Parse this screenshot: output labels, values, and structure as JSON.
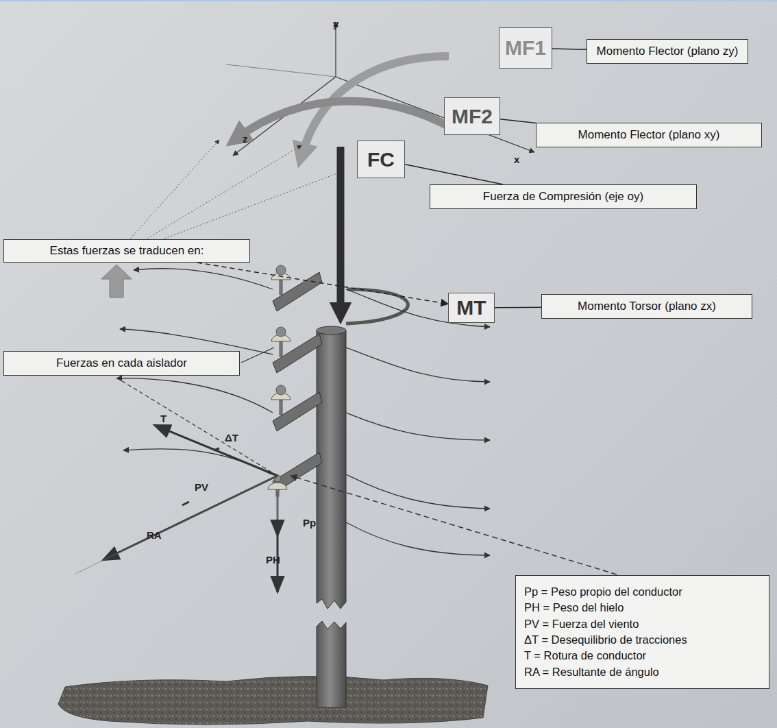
{
  "diagram": {
    "nodes": [
      {
        "text": [
          "MF1"
        ]
      },
      {
        "text": [
          "Momento  Flector (plano zy)"
        ]
      },
      {
        "text": [
          "MF2"
        ]
      },
      {
        "text": [
          "Momento  Flector (plano xy)"
        ]
      },
      {
        "text": [
          "FC"
        ]
      },
      {
        "text": [
          "Fuerza de Compresión (eje oy)"
        ]
      },
      {
        "text": [
          "Estas fuerzas se traducen en:"
        ]
      },
      {
        "text": [
          "MT"
        ]
      },
      {
        "text": [
          "Momento Torsor (plano zx)"
        ]
      },
      {
        "text": [
          "Fuerzas en cada aislador"
        ]
      },
      {
        "text": [
          "Pp = Peso propio del conductor",
          "PH = Peso del hielo",
          "PV = Fuerza del viento",
          "ΔT = Desequilibrio de tracciones",
          "T = Rotura de conductor",
          "RA = Resultante de ángulo"
        ]
      }
    ],
    "edges": [
      {
        "from": 0,
        "to": 1,
        "arrow": "none"
      },
      {
        "from": 2,
        "to": 3,
        "arrow": "none"
      },
      {
        "from": 4,
        "to": 5,
        "arrow": "none"
      },
      {
        "from": 7,
        "to": 8,
        "arrow": "none"
      },
      {
        "from": 6,
        "to": 7,
        "arrow": "to"
      }
    ],
    "labels": [
      "y",
      "z",
      "x",
      "T",
      "ΔT",
      "PV",
      "RA",
      "Pp",
      "PH"
    ]
  }
}
